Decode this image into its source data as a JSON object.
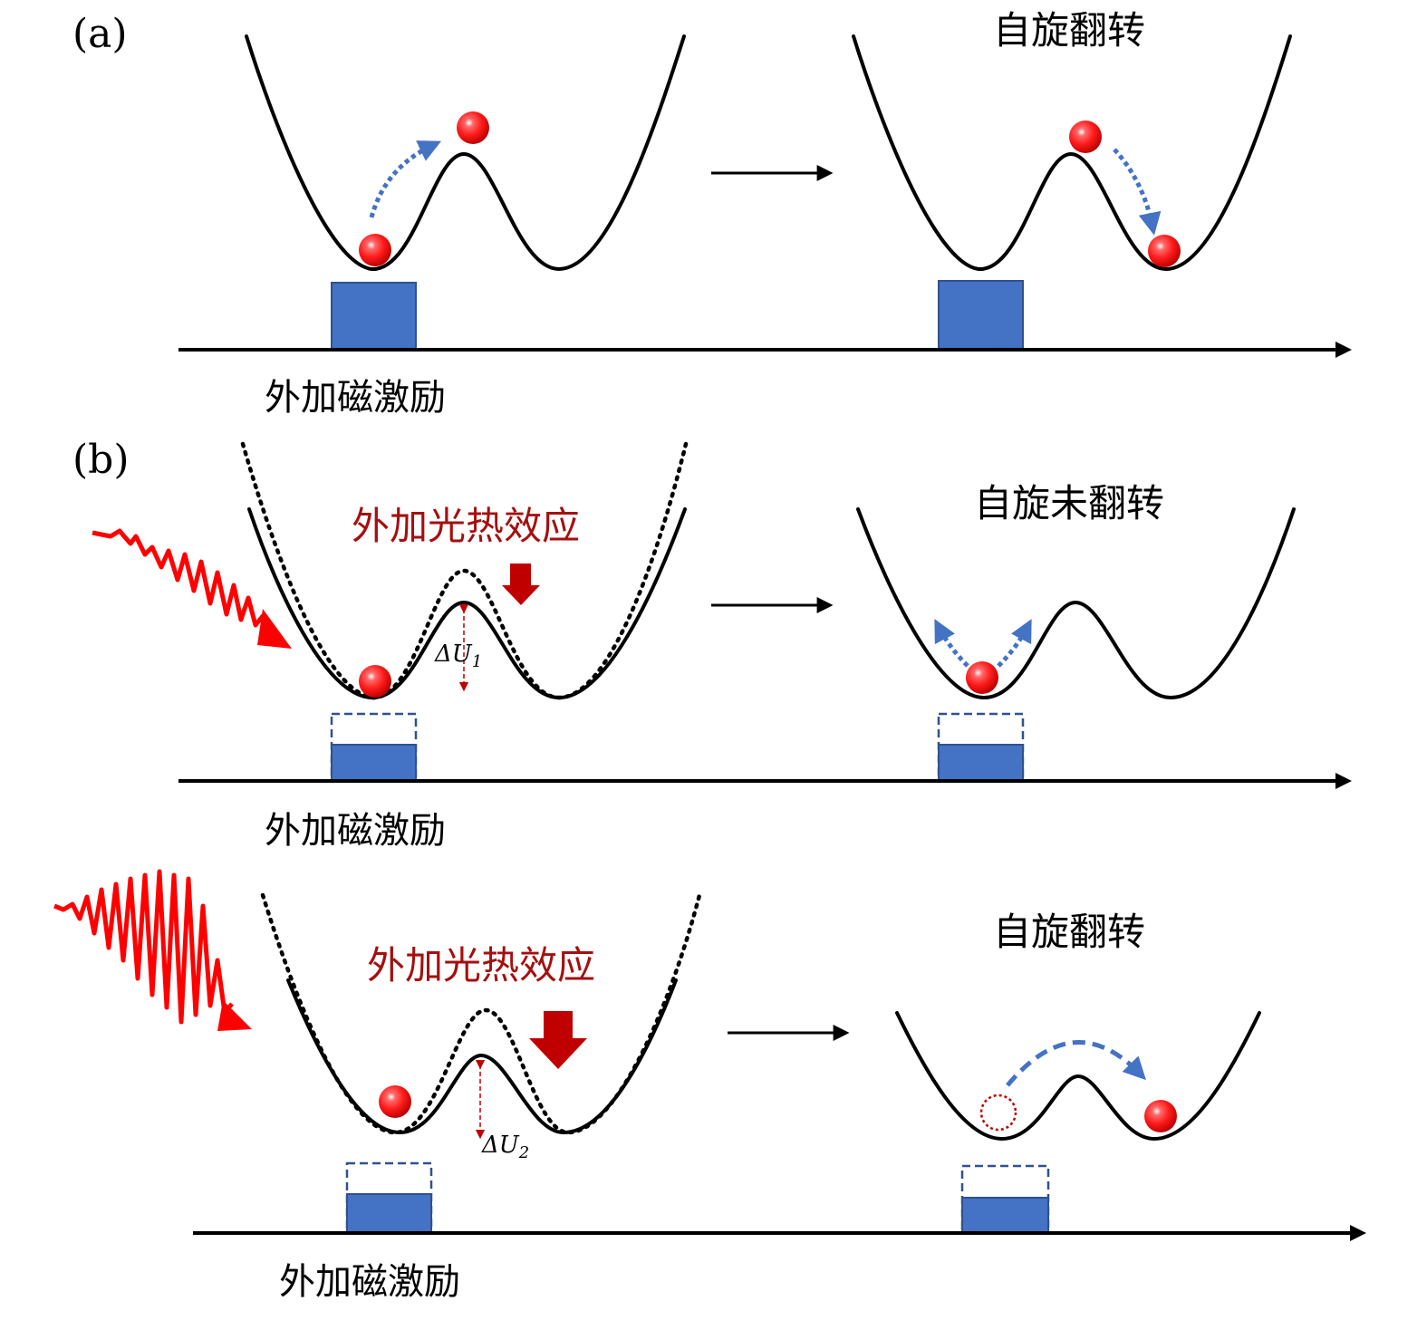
{
  "panel_labels": {
    "a": "(a)",
    "b": "(b)"
  },
  "titles": {
    "a_right": "自旋翻转",
    "b1_right": "自旋未翻转",
    "b2_right": "自旋翻转"
  },
  "excitation_label": "外加磁激励",
  "photothermal_label": "外加光热效应",
  "barrier_labels": {
    "du1": {
      "delta": "ΔU",
      "sub": "1"
    },
    "du2": {
      "delta": "ΔU",
      "sub": "2"
    }
  },
  "colors": {
    "ball": "#ff1a1a",
    "motion_arrow": "#4472c4",
    "excitation_bar": "#4472c4",
    "light_wave": "#ff0000",
    "heat_arrow": "#c00000",
    "effect_text": "#a50f0f"
  },
  "icons": {
    "ball": "red-sphere",
    "light": "wavy-light-pulse",
    "heat": "down-block-arrow"
  }
}
